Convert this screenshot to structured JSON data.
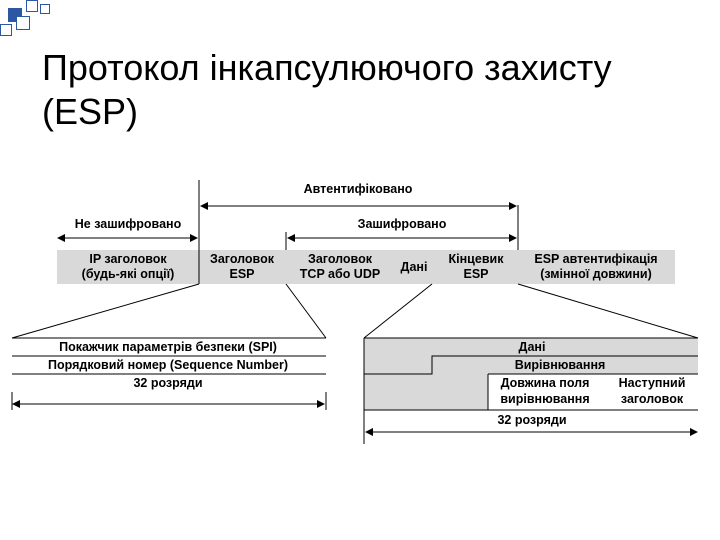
{
  "slide": {
    "title_line1": "Протокол інкапсулюючого захисту",
    "title_line2": "(ESP)"
  },
  "colors": {
    "accent": "#2b57a4",
    "bar": "#d9d9d9",
    "text": "#000000"
  },
  "diagram": {
    "authenticated": "Автентифіковано",
    "not_encrypted": "Не зашифровано",
    "encrypted": "Зашифровано",
    "packet": {
      "ip_header": [
        "IP заголовок",
        "(будь-які опції)"
      ],
      "esp_header": [
        "Заголовок",
        "ESP"
      ],
      "tcp_udp_header": [
        "Заголовок",
        "TCP або UDP"
      ],
      "data": "Дані",
      "esp_trailer": [
        "Кінцевик",
        "ESP"
      ],
      "esp_auth": [
        "ESP автентифікація",
        "(змінної довжини)"
      ]
    },
    "header_detail": {
      "spi": "Покажчик параметрів безпеки (SPI)",
      "seq": "Порядковий номер (Sequence Number)",
      "bits": "32 розряди"
    },
    "trailer_detail": {
      "data": "Дані",
      "padding": "Вирівнювання",
      "pad_length": [
        "Довжина поля",
        "вирівнювання"
      ],
      "next_header": [
        "Наступний",
        "заголовок"
      ],
      "bits": "32 розряди"
    }
  }
}
